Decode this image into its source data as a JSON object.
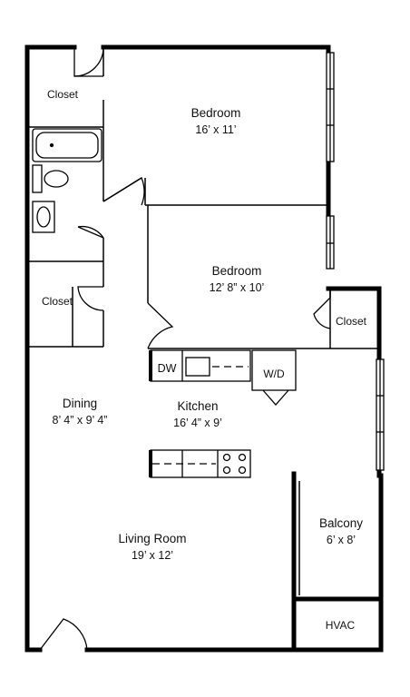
{
  "rooms": {
    "bedroom1": {
      "name": "Bedroom",
      "dims": "16’ x 11’"
    },
    "bedroom2": {
      "name": "Bedroom",
      "dims": "12’ 8” x 10’"
    },
    "dining": {
      "name": "Dining",
      "dims": "8’ 4” x 9’ 4”"
    },
    "kitchen": {
      "name": "Kitchen",
      "dims": "16’ 4” x 9’"
    },
    "living": {
      "name": "Living Room",
      "dims": "19’ x 12’"
    },
    "balcony": {
      "name": "Balcony",
      "dims": "6’ x 8’"
    }
  },
  "closets": {
    "top": "Closet",
    "middle": "Closet",
    "right": "Closet"
  },
  "fixtures": {
    "dishwasher": "DW",
    "washer_dryer": "W/D",
    "hvac": "HVAC"
  }
}
